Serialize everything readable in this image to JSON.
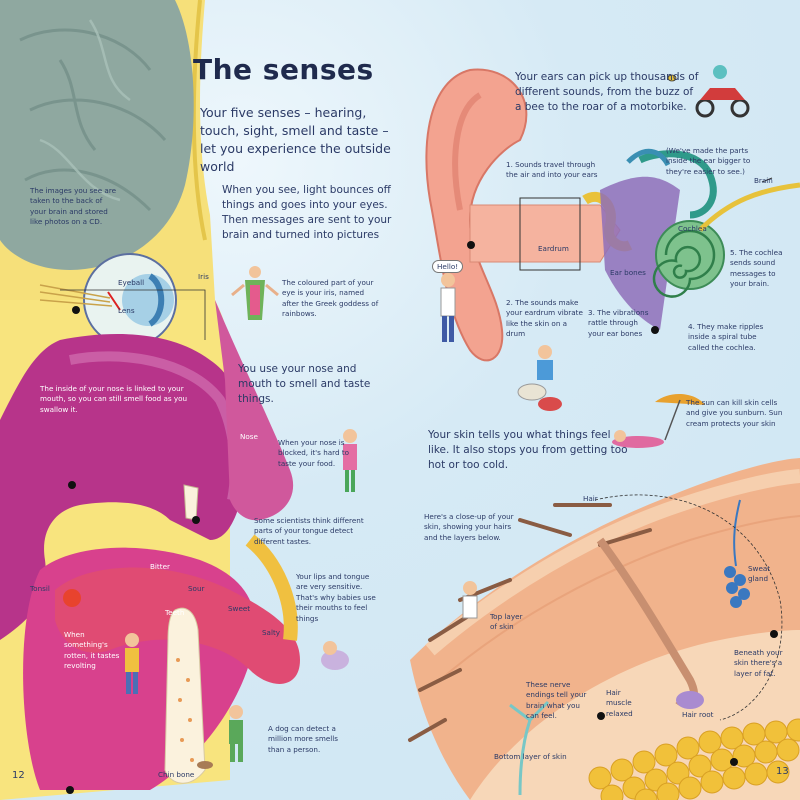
{
  "page": {
    "title": "The senses",
    "intro": "Your five senses – hearing, touch, sight, smell and taste – let you experience the outside world",
    "page_left": "12",
    "page_right": "13"
  },
  "sight": {
    "text": "When you see, light bounces off things and goes into your eyes. Then messages are sent to your brain and turned into pictures",
    "brain_note": "The images you see are taken to the back of your brain and stored like photos on a CD.",
    "label_eyeball": "Eyeball",
    "label_lens": "Lens",
    "label_iris": "Iris",
    "iris_note": "The coloured part of your eye is your iris, named after the Greek goddess of rainbows."
  },
  "smell": {
    "text": "You use your nose and mouth to smell and taste things.",
    "nose_note": "The inside of your nose is linked to your mouth, so you can still smell food as you swallow it.",
    "label_nose": "Nose",
    "blocked_note": "When your nose is blocked, it's hard to taste your food.",
    "tongue_note": "Some scientists think different parts of your tongue detect different tastes.",
    "label_tonsil": "Tonsil",
    "label_bitter": "Bitter",
    "label_sour": "Sour",
    "label_sweet": "Sweet",
    "label_salty": "Salty",
    "label_teeth": "Teeth",
    "rotten_note": "When something's rotten, it tastes revolting",
    "lips_note": "Your lips and tongue are very sensitive. That's why babies use their mouths to feel things",
    "label_chin": "Chin bone",
    "dog_note": "A dog can detect a million more smells than a person."
  },
  "hearing": {
    "intro": "Your ears can pick up thousands of different sounds, from the buzz of a bee to the roar of a motorbike.",
    "step1": "1. Sounds travel through the air and into your ears",
    "bigger_note": "(We've made the parts inside the ear bigger to they're easier to see.)",
    "label_brain": "Brain",
    "label_eardrum": "Eardrum",
    "label_earbones": "Ear bones",
    "label_cochlea": "Cochlea",
    "hello": "Hello!",
    "step2": "2. The sounds make your eardrum vibrate like the skin on a drum",
    "step3": "3. The vibrations rattle through your ear bones",
    "step4": "4. They make ripples inside a spiral tube called the cochlea.",
    "step5": "5. The cochlea sends sound messages to your brain."
  },
  "touch": {
    "text": "Your skin tells you what things feel like. It also stops you from getting too hot or too cold.",
    "sun_note": "The sun can kill skin cells and give you sunburn. Sun cream protects your skin",
    "closeup_note": "Here's a close-up of your skin, showing your hairs and the layers below.",
    "label_hair": "Hair",
    "label_sweat": "Sweat gland",
    "label_top": "Top layer of skin",
    "nerve_note": "These nerve endings tell your brain what you can feel.",
    "label_muscle": "Hair muscle relaxed",
    "label_root": "Hair root",
    "fat_note": "Beneath your skin there's a layer of fat.",
    "label_bottom": "Bottom layer of skin"
  }
}
